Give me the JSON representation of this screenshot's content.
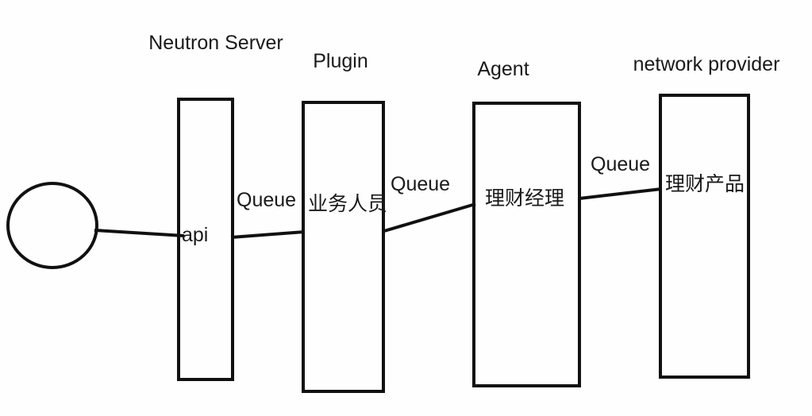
{
  "diagram": {
    "colors": {
      "background": "#fefefe",
      "stroke": "#111111",
      "text": "#1a1a1a"
    },
    "actor": {
      "shape": "circle",
      "label": ""
    },
    "nodes": [
      {
        "title": "Neutron Server",
        "inner_label": "api"
      },
      {
        "title": "Plugin",
        "inner_label": "业务人员"
      },
      {
        "title": "Agent",
        "inner_label": "理财经理"
      },
      {
        "title": "network provider",
        "inner_label": "理财产品"
      }
    ],
    "edges": [
      {
        "from": "client-circle",
        "to": "Neutron Server",
        "label": ""
      },
      {
        "from": "Neutron Server",
        "to": "Plugin",
        "label": "Queue"
      },
      {
        "from": "Plugin",
        "to": "Agent",
        "label": "Queue"
      },
      {
        "from": "Agent",
        "to": "network provider",
        "label": "Queue"
      }
    ]
  }
}
